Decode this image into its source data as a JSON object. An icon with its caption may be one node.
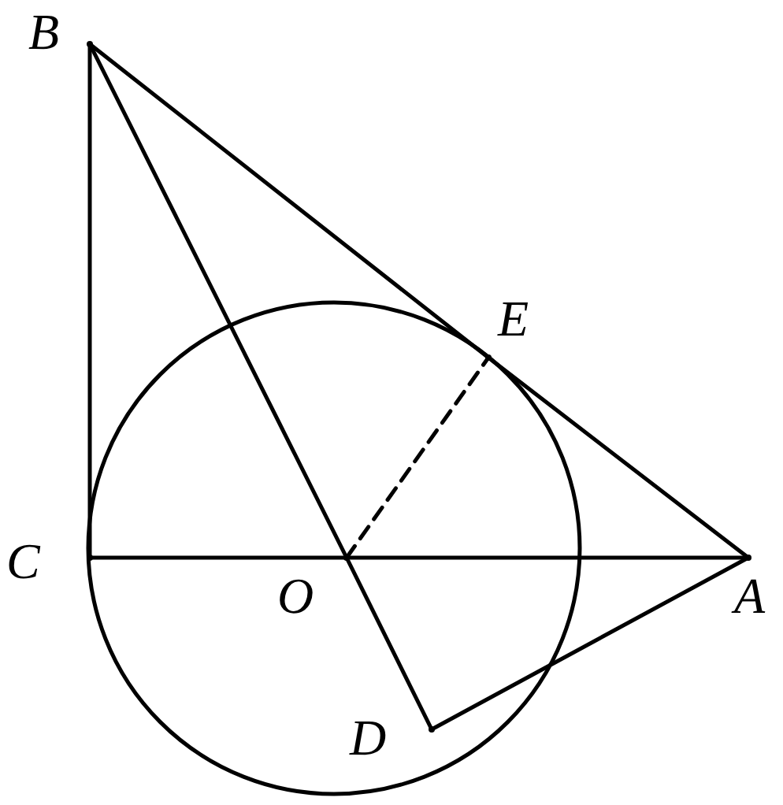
{
  "diagram": {
    "nodes": [
      {
        "text": [],
        "shape": "point",
        "beside": [
          "B"
        ]
      },
      {
        "text": [],
        "shape": "point",
        "beside": [
          "E"
        ]
      },
      {
        "text": [],
        "shape": "point",
        "beside": [
          "C"
        ]
      },
      {
        "text": [],
        "shape": "point",
        "beside": [
          "O"
        ]
      },
      {
        "text": [],
        "shape": "point",
        "beside": [
          "A"
        ]
      },
      {
        "text": [],
        "shape": "point",
        "beside": [
          "D"
        ]
      }
    ],
    "edges": [
      {
        "from": 0,
        "to": 2,
        "arrow": "none"
      },
      {
        "from": 0,
        "to": 1,
        "arrow": "none"
      },
      {
        "from": 1,
        "to": 4,
        "arrow": "none"
      },
      {
        "from": 2,
        "to": 3,
        "arrow": "none"
      },
      {
        "from": 3,
        "to": 4,
        "arrow": "none"
      },
      {
        "from": 0,
        "to": 3,
        "arrow": "none"
      },
      {
        "from": 3,
        "to": 5,
        "arrow": "none"
      },
      {
        "from": 5,
        "to": 4,
        "arrow": "none"
      },
      {
        "from": 3,
        "to": 1,
        "arrow": "none",
        "style": "dashed"
      }
    ]
  }
}
